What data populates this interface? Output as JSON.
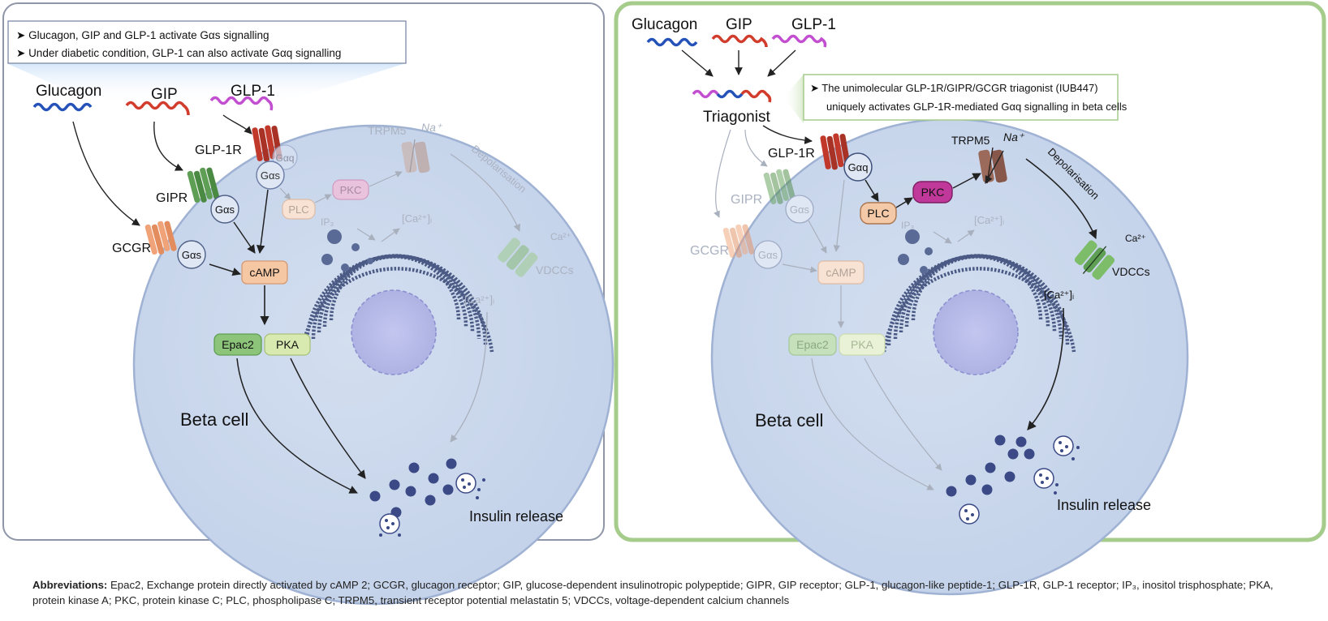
{
  "left_panel": {
    "note_lines": [
      "Glucagon, GIP and GLP-1 activate Gαs signalling",
      "Under diabetic condition, GLP-1 can also activate Gαq signalling"
    ],
    "ligands": [
      "Glucagon",
      "GIP",
      "GLP-1"
    ],
    "receptors": {
      "glp1r": "GLP-1R",
      "gipr": "GIPR",
      "gcgr": "GCGR"
    },
    "gproteins": {
      "gaq": "Gαq",
      "gas": "Gαs"
    },
    "nodes": {
      "camp": "cAMP",
      "epac2": "Epac2",
      "pka": "PKA",
      "plc": "PLC",
      "pkc": "PKC",
      "ip3": "IP₃",
      "ca_i": "[Ca²⁺]ᵢ",
      "trpm5": "TRPM5",
      "na": "Na⁺",
      "ca": "Ca²⁺",
      "vdccs": "VDCCs",
      "depolarisation": "Depolarisation"
    },
    "cell_label": "Beta cell",
    "release_label": "Insulin release"
  },
  "right_panel": {
    "note_lines": [
      "The unimolecular GLP-1R/GIPR/GCGR triagonist (IUB447)",
      "uniquely activates GLP-1R-mediated Gαq signalling in beta cells"
    ],
    "ligands": [
      "Glucagon",
      "GIP",
      "GLP-1"
    ],
    "agonist_label": "Triagonist",
    "receptors": {
      "glp1r": "GLP-1R",
      "gipr": "GIPR",
      "gcgr": "GCGR"
    },
    "gproteins": {
      "gaq": "Gαq",
      "gas": "Gαs"
    },
    "nodes": {
      "camp": "cAMP",
      "epac2": "Epac2",
      "pka": "PKA",
      "plc": "PLC",
      "pkc": "PKC",
      "ip3": "IP₃",
      "ca_i": "[Ca²⁺]ᵢ",
      "trpm5": "TRPM5",
      "na": "Na⁺",
      "ca": "Ca²⁺",
      "vdccs": "VDCCs",
      "depolarisation": "Depolarisation"
    },
    "cell_label": "Beta cell",
    "release_label": "Insulin release"
  },
  "abbreviations": {
    "heading": "Abbreviations:",
    "text": "Epac2, Exchange protein directly activated by cAMP 2; GCGR, glucagon receptor; GIP, glucose-dependent insulinotropic polypeptide; GIPR, GIP receptor; GLP-1, glucagon-like peptide-1; GLP-1R, GLP-1 receptor; IP₃, inositol trisphosphate; PKA, protein kinase A; PKC, protein kinase C; PLC, phospholipase C; TRPM5, transient receptor potential melastatin 5; VDCCs, voltage-dependent calcium channels"
  },
  "colors": {
    "cell_fill": "#cbd8ec",
    "cell_stroke": "#9fb2d3",
    "panel_left_border": "#8f96a8",
    "panel_right_border": "#a6cc8c",
    "glucagon": "#2452b8",
    "gip": "#d23c2c",
    "glp1": "#c24fd0",
    "gcgr": "#f0a278",
    "gipr": "#5f9e55",
    "glp1r": "#c0392b",
    "camp": "#f6c7a3",
    "epac2": "#8cc47a",
    "pka": "#d8eab0",
    "pkc": "#c0399a",
    "plc": "#f4c9a7",
    "trpm5": "#9c6a5a",
    "vdcc": "#7dbd6a",
    "er": "#4a5a84",
    "granule": "#3b4a86"
  }
}
